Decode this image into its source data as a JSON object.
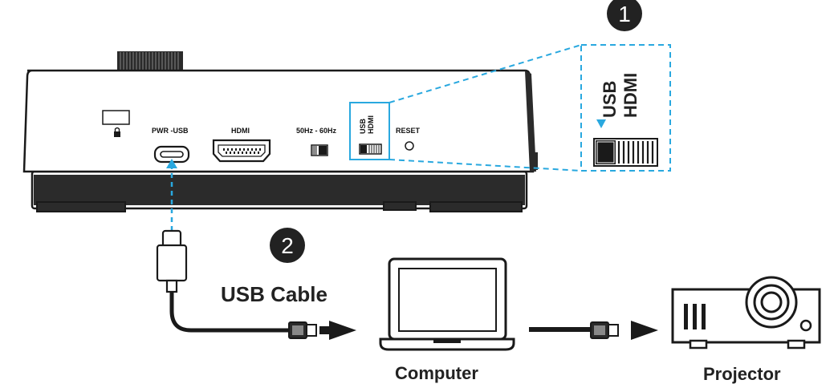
{
  "device": {
    "ports": {
      "pwr_usb": "PWR -USB",
      "hdmi": "HDMI",
      "freq": "50Hz - 60Hz",
      "switch_usb": "USB",
      "switch_hdmi": "HDMI",
      "reset": "RESET"
    }
  },
  "zoom": {
    "usb": "USB",
    "hdmi": "HDMI"
  },
  "steps": {
    "step1": "1",
    "step2": "2"
  },
  "labels": {
    "usb_cable": "USB Cable",
    "computer": "Computer",
    "projector": "Projector"
  },
  "colors": {
    "accent": "#29a8df",
    "outline": "#1a1a1a",
    "device_face": "#ffffff"
  }
}
